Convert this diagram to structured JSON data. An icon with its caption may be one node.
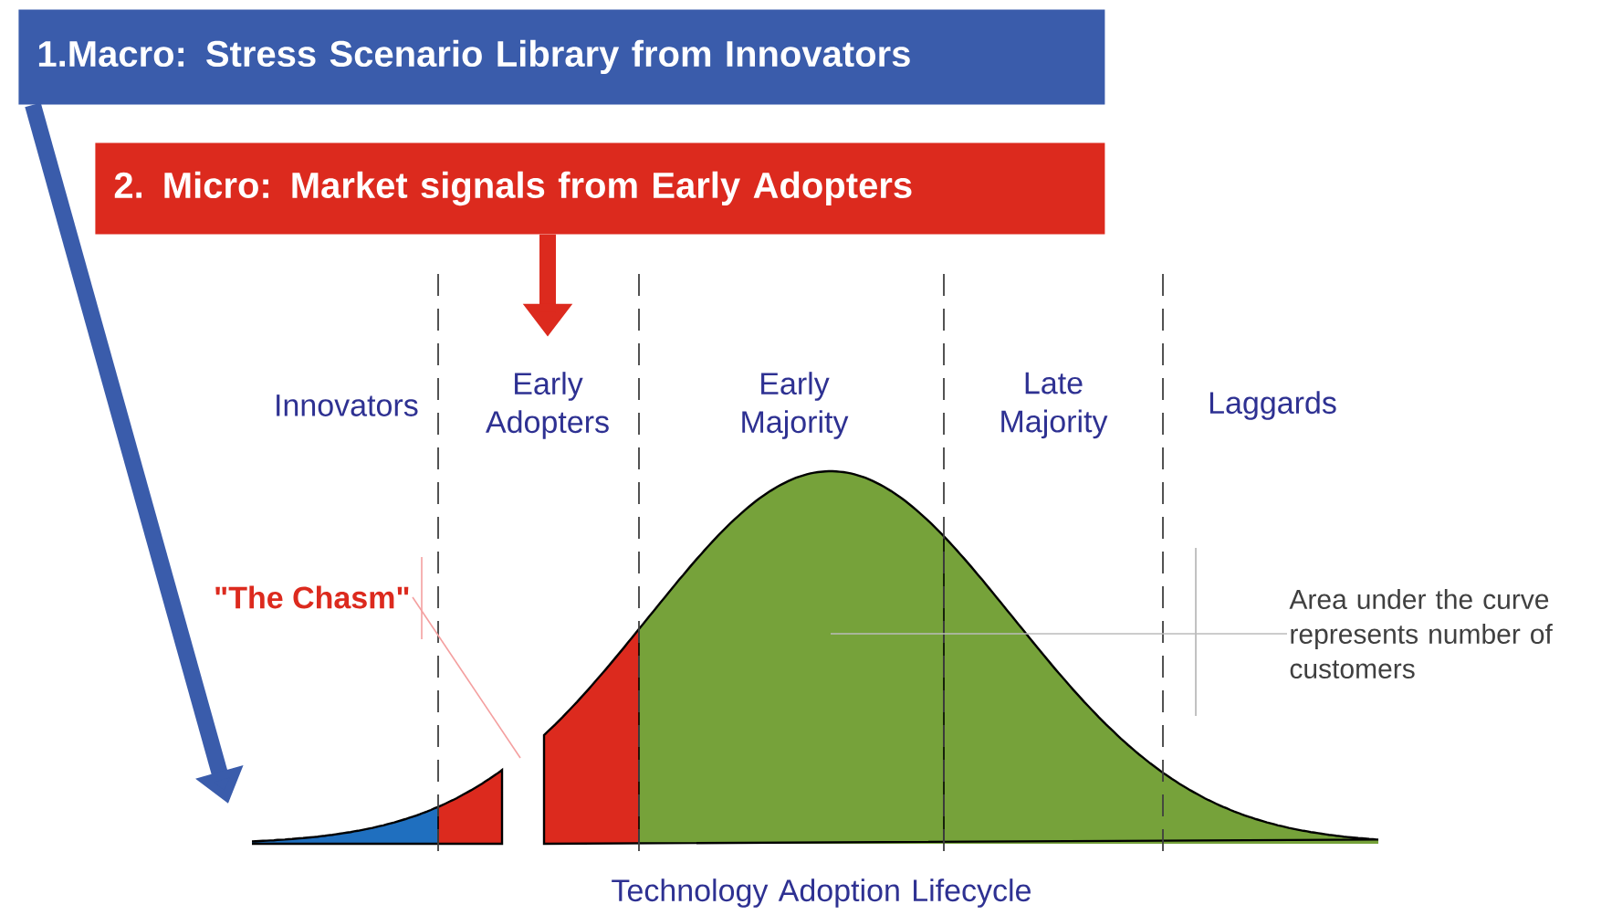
{
  "diagram": {
    "nodes": [
      {
        "text": [
          "1.Macro: Stress Scenario Library from Innovators"
        ]
      },
      {
        "text": [
          "2. Micro:  Market signals from Early Adopters"
        ]
      },
      {
        "text": [
          "Early Adopters"
        ]
      },
      {
        "text": [
          "\"The Chasm\""
        ]
      },
      {
        "text": [
          "Area under the curve represents number of customers"
        ]
      }
    ],
    "edges": [
      {
        "from": 0,
        "to": null,
        "arrow": "to",
        "style": "thick",
        "color": "#3a5cab"
      },
      {
        "from": 1,
        "to": 2,
        "arrow": "to",
        "style": "thick",
        "color": "#dc2a1e"
      },
      {
        "from": 3,
        "to": null,
        "arrow": "none",
        "color": "#f4a0a0"
      },
      {
        "from": 4,
        "to": null,
        "arrow": "none",
        "color": "#bbbbbb"
      }
    ],
    "labels": [
      "Innovators",
      "Early Majority",
      "Late Majority",
      "Laggards",
      "Technology Adoption Lifecycle"
    ]
  }
}
